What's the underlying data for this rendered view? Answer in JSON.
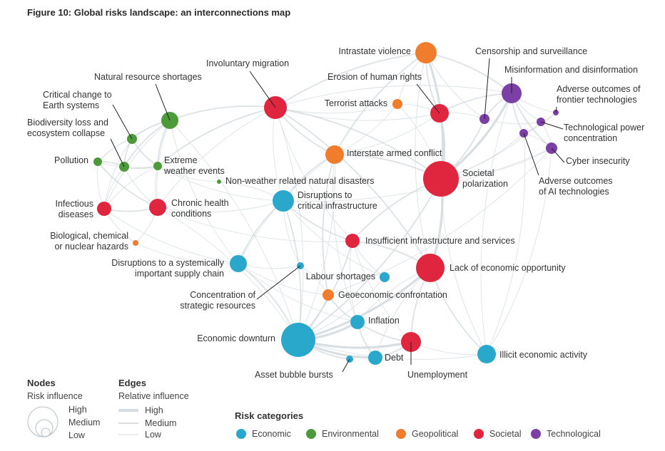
{
  "title": "Figure 10: Global risks landscape: an interconnections map",
  "colors": {
    "Economic": "#2aa8cc",
    "Environmental": "#4c9a3a",
    "Geopolitical": "#f07d2b",
    "Societal": "#e0263f",
    "Technological": "#7b3fa6",
    "edge": "#d6dde2"
  },
  "nodes": [
    {
      "id": "intrastate",
      "label": "Intrastate violence",
      "category": "Geopolitical",
      "influence": "medium"
    },
    {
      "id": "censorship",
      "label": "Censorship and surveillance",
      "category": "Technological",
      "influence": "low"
    },
    {
      "id": "misinfo",
      "label": "Misinformation and disinformation",
      "category": "Technological",
      "influence": "medium"
    },
    {
      "id": "frontier",
      "label": "Adverse outcomes of frontier technologies",
      "category": "Technological",
      "influence": "low"
    },
    {
      "id": "techpower",
      "label": "Technological power concentration",
      "category": "Technological",
      "influence": "low"
    },
    {
      "id": "cyber",
      "label": "Cyber insecurity",
      "category": "Technological",
      "influence": "low"
    },
    {
      "id": "ai",
      "label": "Adverse outcomes of AI technologies",
      "category": "Technological",
      "influence": "low"
    },
    {
      "id": "migration",
      "label": "Involuntary migration",
      "category": "Societal",
      "influence": "medium"
    },
    {
      "id": "humanrights",
      "label": "Erosion of human rights",
      "category": "Societal",
      "influence": "medium"
    },
    {
      "id": "terrorist",
      "label": "Terrorist attacks",
      "category": "Geopolitical",
      "influence": "low"
    },
    {
      "id": "natres",
      "label": "Natural resource shortages",
      "category": "Environmental",
      "influence": "medium"
    },
    {
      "id": "earth",
      "label": "Critical change to Earth systems",
      "category": "Environmental",
      "influence": "low"
    },
    {
      "id": "biodiv",
      "label": "Biodiversity loss and ecosystem collapse",
      "category": "Environmental",
      "influence": "low"
    },
    {
      "id": "pollution",
      "label": "Pollution",
      "category": "Environmental",
      "influence": "low"
    },
    {
      "id": "extreme",
      "label": "Extreme weather events",
      "category": "Environmental",
      "influence": "low"
    },
    {
      "id": "interstate",
      "label": "Interstate armed conflict",
      "category": "Geopolitical",
      "influence": "medium"
    },
    {
      "id": "polarization",
      "label": "Societal polarization",
      "category": "Societal",
      "influence": "high"
    },
    {
      "id": "nonweather",
      "label": "Non-weather related natural disasters",
      "category": "Environmental",
      "influence": "low"
    },
    {
      "id": "infectious",
      "label": "Infectious diseases",
      "category": "Societal",
      "influence": "low"
    },
    {
      "id": "chronic",
      "label": "Chronic health conditions",
      "category": "Societal",
      "influence": "low"
    },
    {
      "id": "critinfra",
      "label": "Disruptions to critical infrastructure",
      "category": "Economic",
      "influence": "medium"
    },
    {
      "id": "bio",
      "label": "Biological, chemical or nuclear hazards",
      "category": "Geopolitical",
      "influence": "low"
    },
    {
      "id": "insuff",
      "label": "Insufficient infrastructure and services",
      "category": "Societal",
      "influence": "low"
    },
    {
      "id": "supply",
      "label": "Disruptions to a systemically important supply chain",
      "category": "Economic",
      "influence": "low"
    },
    {
      "id": "lackopp",
      "label": "Lack of economic opportunity",
      "category": "Societal",
      "influence": "high"
    },
    {
      "id": "labour",
      "label": "Labour shortages",
      "category": "Economic",
      "influence": "low"
    },
    {
      "id": "concentration",
      "label": "Concentration of strategic resources",
      "category": "Economic",
      "influence": "low"
    },
    {
      "id": "geoeconomic",
      "label": "Geoeconomic confrontation",
      "category": "Geopolitical",
      "influence": "low"
    },
    {
      "id": "inflation",
      "label": "Inflation",
      "category": "Economic",
      "influence": "low"
    },
    {
      "id": "downturn",
      "label": "Economic downturn",
      "category": "Economic",
      "influence": "high"
    },
    {
      "id": "unemployment",
      "label": "Unemployment",
      "category": "Societal",
      "influence": "low"
    },
    {
      "id": "debt",
      "label": "Debt",
      "category": "Economic",
      "influence": "low"
    },
    {
      "id": "illicit",
      "label": "Illicit economic activity",
      "category": "Economic",
      "influence": "low"
    },
    {
      "id": "bubble",
      "label": "Asset bubble bursts",
      "category": "Economic",
      "influence": "low"
    }
  ],
  "legend": {
    "nodes_title": "Nodes",
    "nodes_subtitle": "Risk influence",
    "node_levels": [
      "High",
      "Medium",
      "Low"
    ],
    "edges_title": "Edges",
    "edges_subtitle": "Relative influence",
    "edge_levels": [
      "High",
      "Medium",
      "Low"
    ],
    "categories_title": "Risk categories",
    "categories": [
      "Economic",
      "Environmental",
      "Geopolitical",
      "Societal",
      "Technological"
    ]
  }
}
